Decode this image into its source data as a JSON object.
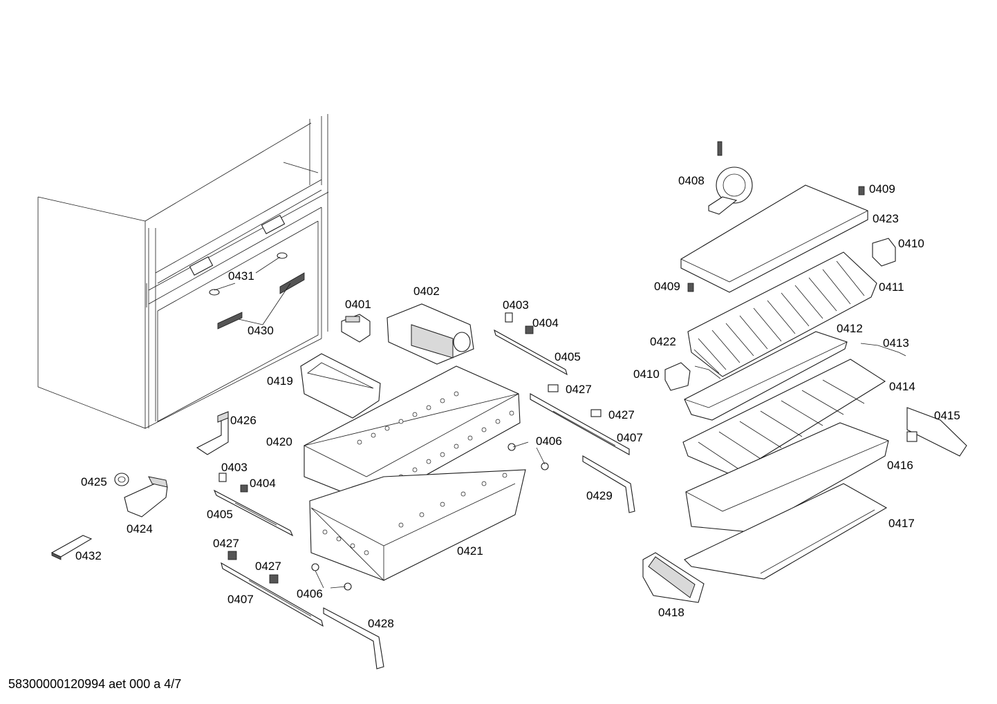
{
  "footer": "58300000120994 aet 000 a 4/7",
  "labels": {
    "p0401": "0401",
    "p0402": "0402",
    "p0403a": "0403",
    "p0403b": "0403",
    "p0404a": "0404",
    "p0404b": "0404",
    "p0405a": "0405",
    "p0405b": "0405",
    "p0406a": "0406",
    "p0406b": "0406",
    "p0407a": "0407",
    "p0407b": "0407",
    "p0408": "0408",
    "p0409a": "0409",
    "p0409b": "0409",
    "p0410a": "0410",
    "p0410b": "0410",
    "p0411": "0411",
    "p0412": "0412",
    "p0413": "0413",
    "p0414": "0414",
    "p0415": "0415",
    "p0416": "0416",
    "p0417": "0417",
    "p0418": "0418",
    "p0419": "0419",
    "p0420": "0420",
    "p0421": "0421",
    "p0422": "0422",
    "p0423": "0423",
    "p0424": "0424",
    "p0425": "0425",
    "p0426": "0426",
    "p0427a": "0427",
    "p0427b": "0427",
    "p0427c": "0427",
    "p0427d": "0427",
    "p0428": "0428",
    "p0429": "0429",
    "p0430": "0430",
    "p0431": "0431",
    "p0432": "0432"
  }
}
